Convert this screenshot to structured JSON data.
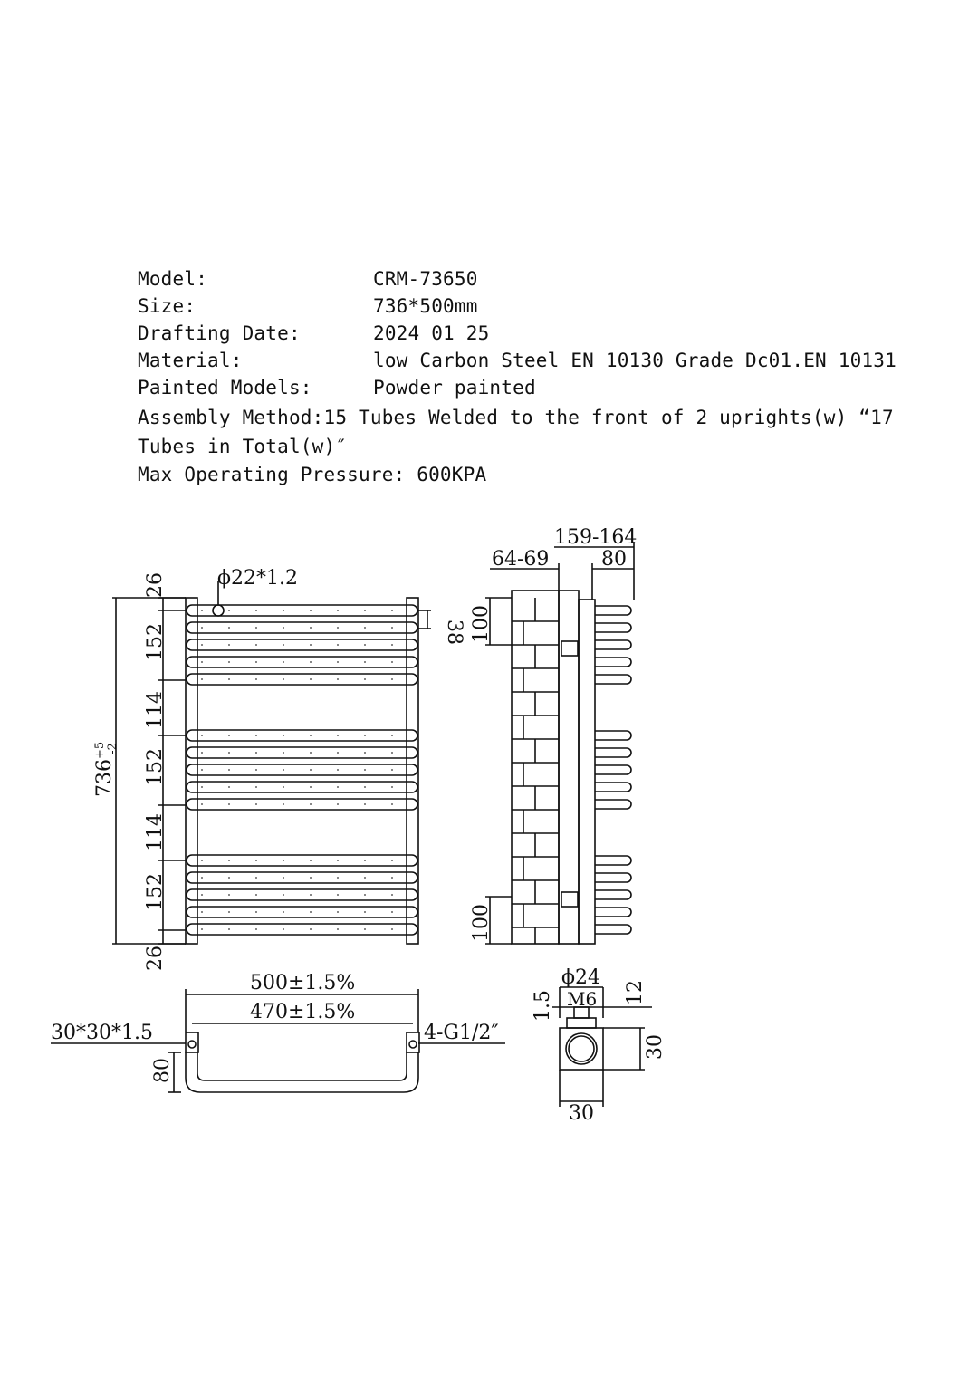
{
  "specs": {
    "model_label": "Model:",
    "model_value": "CRM-73650",
    "size_label": "Size:",
    "size_value": "736*500mm",
    "date_label": "Drafting Date:",
    "date_value": "2024 01 25",
    "material_label": "Material:",
    "material_value": "low Carbon Steel EN 10130 Grade Dc01.EN 10131",
    "painted_label": "Painted Models:",
    "painted_value": "Powder painted",
    "assembly_line1": "Assembly Method:15 Tubes Welded to the front of 2 uprights(w) “17",
    "assembly_line2": "Tubes in Total(w)″",
    "pressure": "Max Operating Pressure: 600KPA"
  },
  "front_view": {
    "tube_spec": "ϕ22*1.2",
    "tube_pitch": "38",
    "total_height_main": "736",
    "total_height_tol_upper": "+5",
    "total_height_tol_lower": "-2",
    "segments": [
      "26",
      "152",
      "114",
      "152",
      "114",
      "152",
      "26"
    ]
  },
  "side_view": {
    "depth_range": "159-164",
    "wall_gap": "64-69",
    "tube_projection": "80",
    "bracket_top": "100",
    "bracket_bottom": "100"
  },
  "top_view": {
    "outer_width": "500±1.5%",
    "inner_width": "470±1.5%",
    "upright_section": "30*30*1.5",
    "connections": "4-G1/2″",
    "depth": "80"
  },
  "section_view": {
    "diameter": "ϕ24",
    "thread": "M6",
    "offset": "1.5",
    "height": "12",
    "side": "30",
    "width": "30"
  }
}
